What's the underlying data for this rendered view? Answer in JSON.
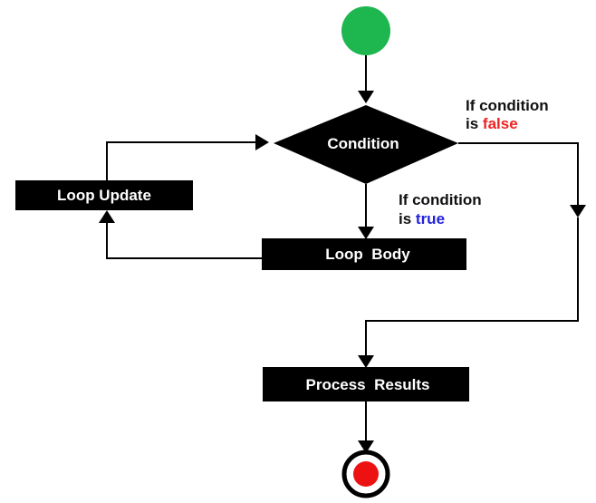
{
  "diagram": {
    "colors": {
      "start": "#1db64f",
      "end_fill": "#ee1111",
      "false_word": "#ee2222",
      "true_word": "#2222dd",
      "node_fill": "#000000",
      "node_text": "#ffffff"
    },
    "nodes": {
      "start": {
        "shape": "circle"
      },
      "condition": {
        "label": "Condition",
        "shape": "diamond"
      },
      "loop_update": {
        "label": "Loop Update"
      },
      "loop_body": {
        "label": "Loop  Body"
      },
      "process_results": {
        "label": "Process  Results"
      },
      "end": {
        "shape": "bullseye"
      }
    },
    "annotations": {
      "false_branch": {
        "line1": "If condition",
        "prefix": "is ",
        "word": "false"
      },
      "true_branch": {
        "line1": "If condition",
        "prefix": "is ",
        "word": "true"
      }
    }
  }
}
